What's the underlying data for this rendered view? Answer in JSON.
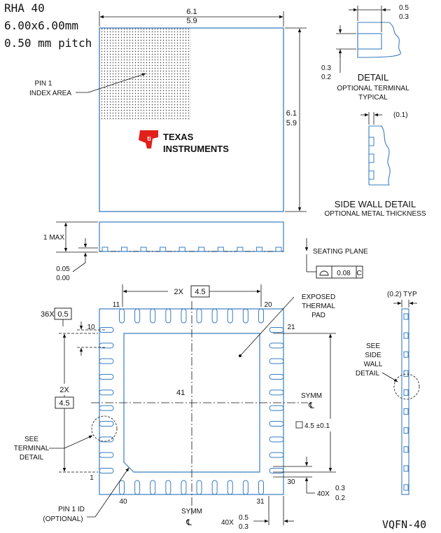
{
  "header": {
    "package": "RHA 40",
    "body_size": "6.00x6.00mm",
    "pitch": "0.50 mm pitch"
  },
  "top_view": {
    "width_max": "6.1",
    "width_min": "5.9",
    "height_max": "6.1",
    "height_min": "5.9",
    "pin1_index_label_1": "PIN 1",
    "pin1_index_label_2": "INDEX AREA",
    "logo_line_1": "TEXAS",
    "logo_line_2": "INSTRUMENTS",
    "logo_color": "#e0201b"
  },
  "detail": {
    "dim_top_max": "0.5",
    "dim_top_min": "0.3",
    "dim_left_max": "0.3",
    "dim_left_min": "0.2",
    "title": "DETAIL",
    "subtitle_1": "OPTIONAL TERMINAL",
    "subtitle_2": "TYPICAL"
  },
  "side_wall_detail": {
    "thickness": "(0.1)",
    "title": "SIDE WALL DETAIL",
    "subtitle": "OPTIONAL METAL THICKNESS"
  },
  "side_view": {
    "max_height": "1 MAX",
    "standoff_max": "0.05",
    "standoff_min": "0.00",
    "seating_plane": "SEATING PLANE",
    "coplanarity": "0.08",
    "datum": "C"
  },
  "bottom_view": {
    "top_pitch_count": "2X",
    "top_pitch_value": "4.5",
    "pin_pitch_count": "36X",
    "pin_pitch_value": "0.5",
    "left_pitch_count": "2X",
    "left_pitch_value": "4.5",
    "pins": {
      "p1": "1",
      "p10": "10",
      "p11": "11",
      "p20": "20",
      "p21": "21",
      "p30": "30",
      "p31": "31",
      "p40": "40"
    },
    "pad_number": "41",
    "pad_label_1": "EXPOSED",
    "pad_label_2": "THERMAL",
    "pad_label_3": "PAD",
    "symm": "SYMM",
    "symm_symbol": "℄",
    "pad_size": "4.5 ±0.1",
    "terminal_width_count": "40X",
    "terminal_width_max": "0.3",
    "terminal_width_min": "0.2",
    "terminal_len_count": "40X",
    "terminal_len_max": "0.5",
    "terminal_len_min": "0.3",
    "see_terminal_1": "SEE",
    "see_terminal_2": "TERMINAL",
    "see_terminal_3": "DETAIL",
    "pin1_id_1": "PIN 1 ID",
    "pin1_id_2": "(OPTIONAL)"
  },
  "side_edge_view": {
    "thickness": "(0.2) TYP",
    "see_1": "SEE",
    "see_2": "SIDE",
    "see_3": "WALL",
    "see_4": "DETAIL"
  },
  "footer": {
    "package_code": "VQFN-40"
  },
  "colors": {
    "outline": "#3a7dc0",
    "line": "#111111",
    "logo": "#e0201b"
  }
}
